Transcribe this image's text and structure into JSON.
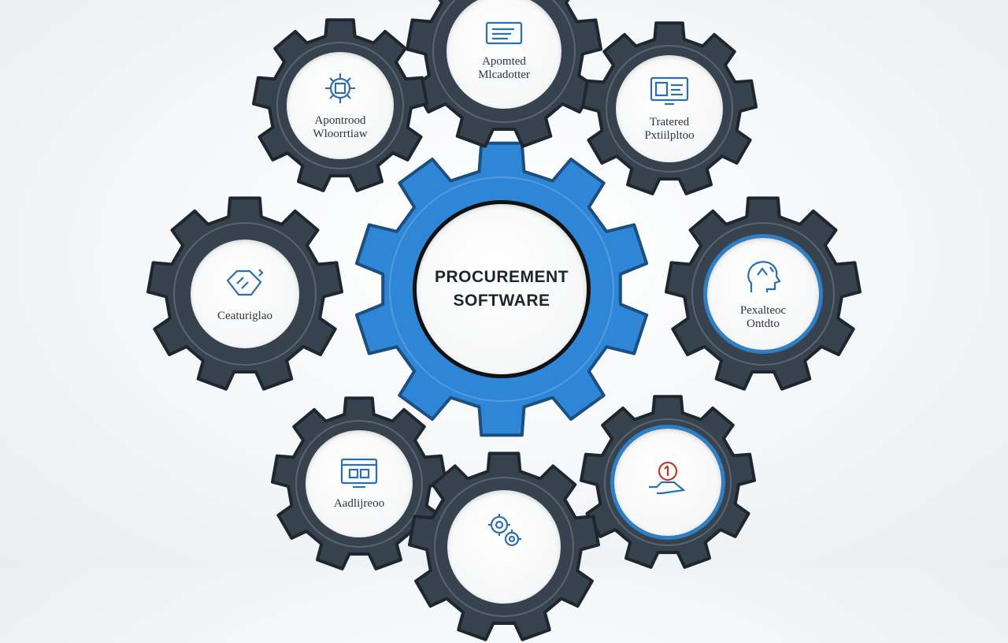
{
  "center": {
    "line1": "PROCUREMENT",
    "line2": "SOFTWARE",
    "color": "#2f86d6"
  },
  "gears": [
    {
      "id": "top",
      "icon": "document-screen-icon",
      "line1": "Apomted",
      "line2": "Mlcadotter"
    },
    {
      "id": "top-left",
      "icon": "chip-gear-icon",
      "line1": "Apontrood",
      "line2": "Wloorrtiaw"
    },
    {
      "id": "top-right",
      "icon": "dashboard-monitor-icon",
      "line1": "Tratered",
      "line2": "Pxtiilpltoo"
    },
    {
      "id": "left",
      "icon": "handshake-icon",
      "line1": "Ceaturiglao",
      "line2": ""
    },
    {
      "id": "right",
      "icon": "head-profile-icon",
      "line1": "Pexalteoc",
      "line2": "Ontdto"
    },
    {
      "id": "bottom-left",
      "icon": "analytics-screen-icon",
      "line1": "Aadlijreoo",
      "line2": ""
    },
    {
      "id": "bottom-right",
      "icon": "hand-coin-icon",
      "line1": "",
      "line2": ""
    },
    {
      "id": "bottom",
      "icon": "gears-icon",
      "line1": "",
      "line2": ""
    }
  ],
  "colors": {
    "gear_dark": "#36434f",
    "gear_blue": "#2f86d6",
    "icon_blue": "#2b6fb0"
  }
}
